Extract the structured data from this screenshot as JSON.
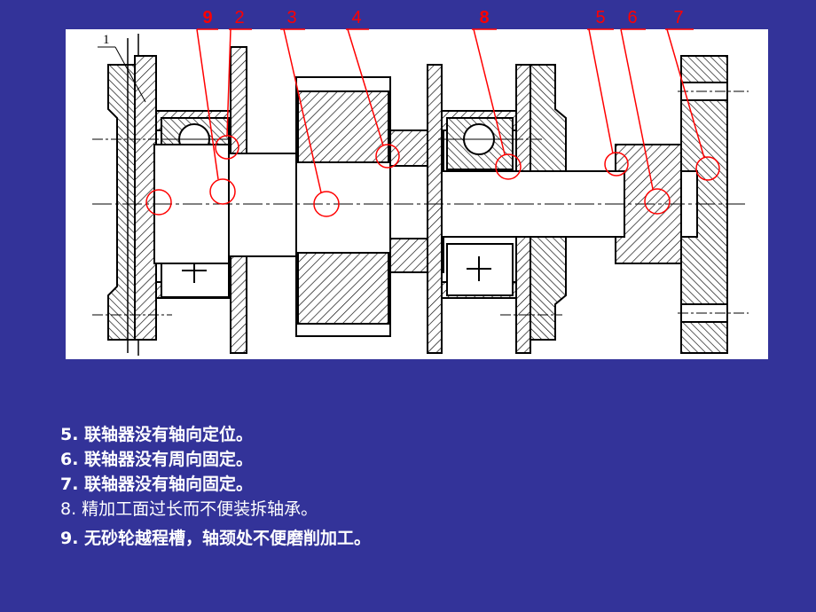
{
  "diagram": {
    "part_label": "1",
    "callouts": [
      {
        "label": "9",
        "bold": true
      },
      {
        "label": "2",
        "bold": false
      },
      {
        "label": "3",
        "bold": false
      },
      {
        "label": "4",
        "bold": false
      },
      {
        "label": "8",
        "bold": true
      },
      {
        "label": "5",
        "bold": false
      },
      {
        "label": "6",
        "bold": false
      },
      {
        "label": "7",
        "bold": false
      }
    ]
  },
  "notes": [
    {
      "text": "5. 联轴器没有轴向定位。",
      "bold": true
    },
    {
      "text": "6. 联轴器没有周向固定。",
      "bold": true
    },
    {
      "text": "7. 联轴器没有轴向固定。",
      "bold": true
    },
    {
      "text": "8. 精加工面过长而不便装拆轴承。",
      "bold": false
    },
    {
      "text": "9. 无砂轮越程槽，轴颈处不便磨削加工。",
      "bold": true
    }
  ],
  "colors": {
    "background": "#333399",
    "callout": "#ff0000",
    "drawing_bg": "#ffffff",
    "text": "#ffffff"
  }
}
